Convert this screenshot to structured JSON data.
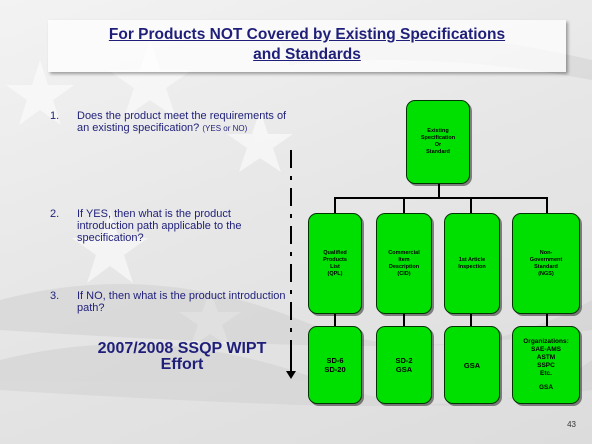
{
  "title": {
    "line1": "For Products NOT Covered by Existing Specifications",
    "line2": "and Standards"
  },
  "questions": [
    {
      "num": "1.",
      "text": "Does the product meet the requirements of an existing specification?",
      "note": "(YES or NO)"
    },
    {
      "num": "2.",
      "text": "If YES, then what is the product introduction path applicable to the specification?"
    },
    {
      "num": "3.",
      "text": "If NO, then what is the product introduction path?"
    }
  ],
  "effort": {
    "line1": "2007/2008 SSQP WIPT",
    "line2": "Effort"
  },
  "chart": {
    "root": [
      "Existing",
      "Specification",
      "Or",
      "Standard"
    ],
    "level2": [
      [
        "Qualified",
        "Products",
        "List",
        "(QPL)"
      ],
      [
        "Commercial",
        "Item",
        "Description",
        "(CID)"
      ],
      [
        "1st Article",
        "Inspection"
      ],
      [
        "Non-",
        "Government",
        "Standard",
        "(NGS)"
      ]
    ],
    "level3": [
      [
        "SD-6",
        "SD-20"
      ],
      [
        "SD-2",
        "GSA"
      ],
      [
        "GSA"
      ],
      [
        "Organizations:",
        "SAE-AMS",
        "ASTM",
        "SSPC",
        "Etc.",
        "",
        "GSA"
      ]
    ]
  },
  "page_number": "43",
  "colors": {
    "node_fill": "#00e000",
    "text_navy": "#1f1f7a"
  }
}
